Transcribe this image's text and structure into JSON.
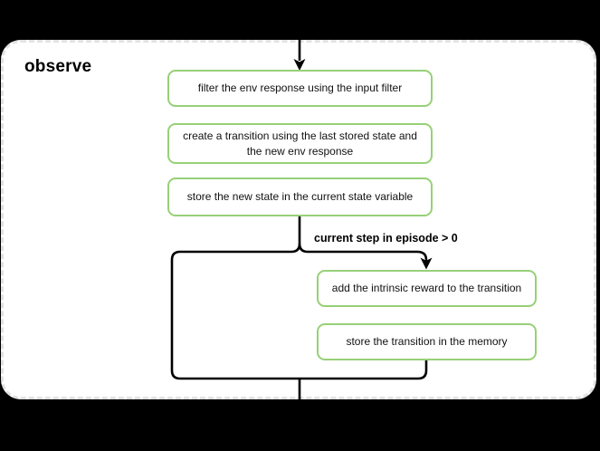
{
  "container": {
    "title": "observe"
  },
  "nodes": [
    {
      "id": "filter-env-response",
      "label": "filter the env response using the input filter"
    },
    {
      "id": "create-transition",
      "label": "create a transition using the last stored state and the new env response"
    },
    {
      "id": "store-new-state",
      "label": "store the new state in the current state variable"
    },
    {
      "id": "add-intrinsic-reward",
      "label": "add the intrinsic reward to the transition"
    },
    {
      "id": "store-transition",
      "label": "store the transition in the memory"
    }
  ],
  "edges": {
    "condition_label": "current step in episode > 0"
  },
  "colors": {
    "outer_background": "#000000",
    "canvas_background": "#ffffff",
    "canvas_dashed_border": "#e2e2e2",
    "node_border_green": "#97d077",
    "connector_black": "#000000"
  }
}
